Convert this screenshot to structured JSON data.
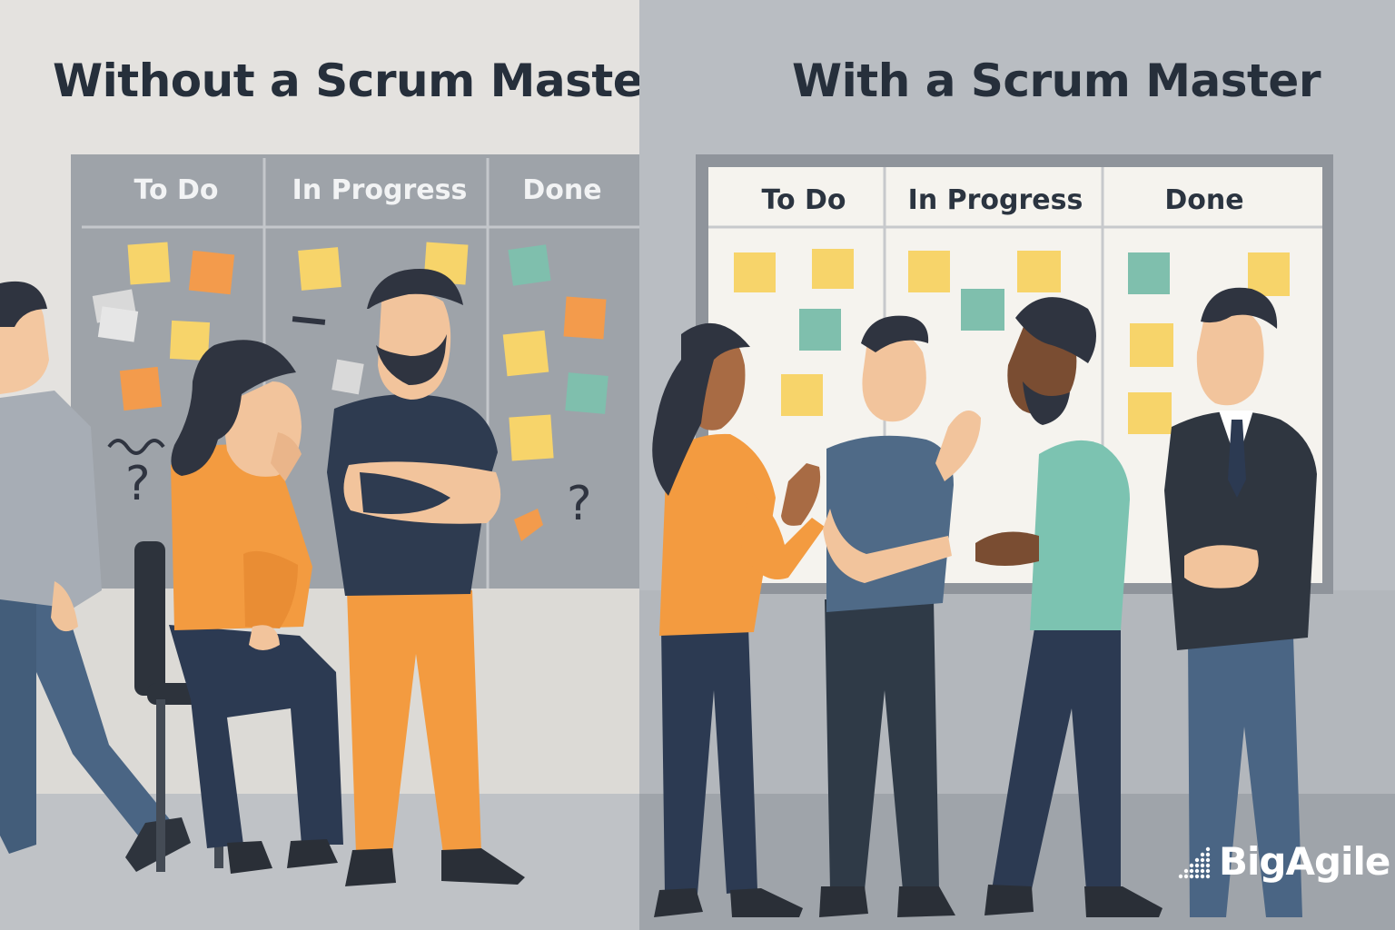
{
  "left_panel": {
    "title": "Without a Scrum Master",
    "board_columns": [
      "To Do",
      "In Progress",
      "Done"
    ]
  },
  "right_panel": {
    "title": "With a Scrum Master",
    "board_columns": [
      "To Do",
      "In Progress",
      "Done"
    ]
  },
  "brand": {
    "name": "BigAgile"
  },
  "colors": {
    "sticky_yellow": "#f7d46a",
    "sticky_orange": "#f39b4c",
    "sticky_teal": "#7fbfad",
    "sticky_gray": "#d9d9d9",
    "shirt_orange": "#f49b40",
    "navy": "#2f3e54",
    "teal_shirt": "#7cc3b1",
    "blue_shirt": "#4f6a87"
  },
  "icons": [
    "question-mark-icon",
    "squiggle-icon",
    "bigagile-logo-icon"
  ]
}
